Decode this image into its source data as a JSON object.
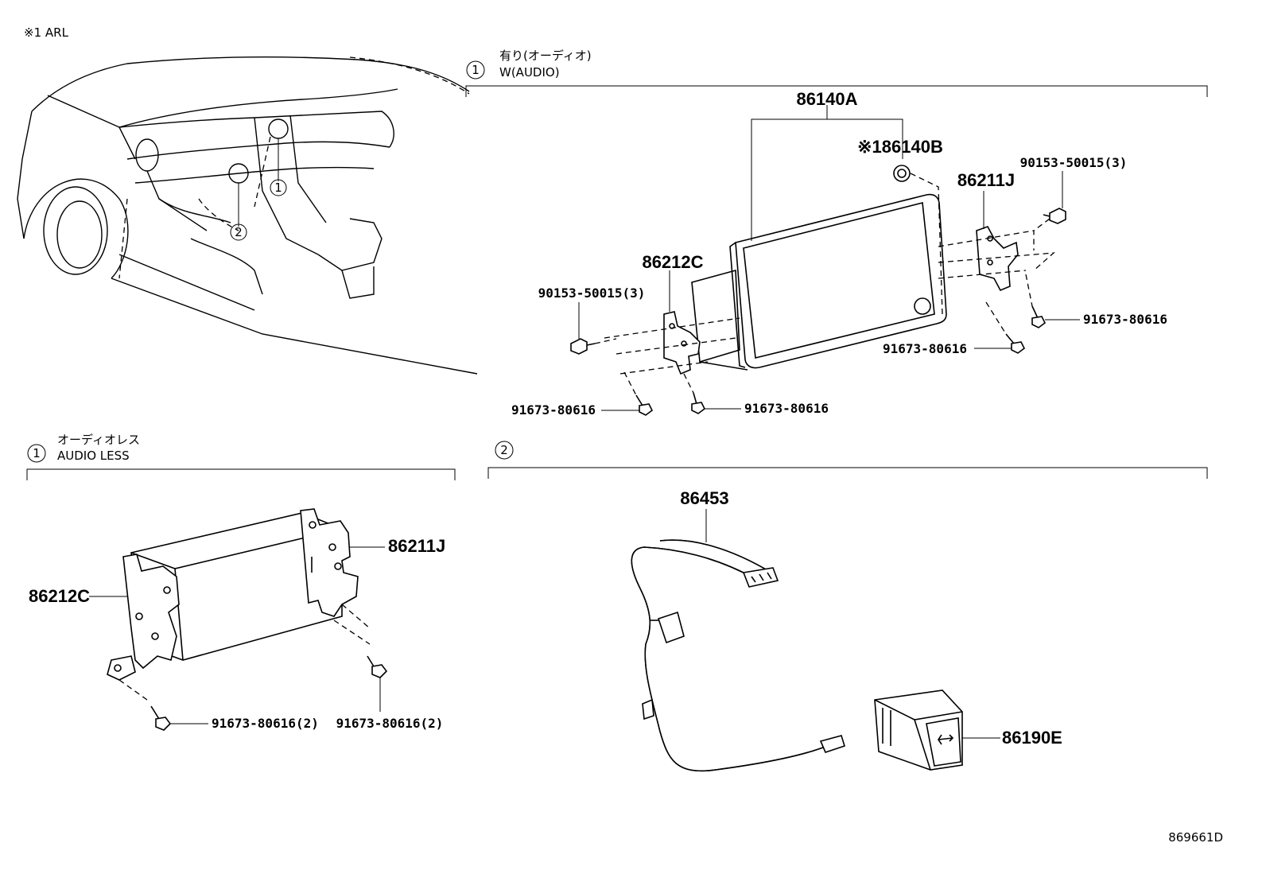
{
  "note": "※1 ARL",
  "drawing_number": "869661D",
  "sections": {
    "with_audio": {
      "marker": "1",
      "title_jp": "有り(オーディオ)",
      "title_en": "W(AUDIO)"
    },
    "audio_less": {
      "marker": "1",
      "title_jp": "オーディオレス",
      "title_en": "AUDIO LESS"
    },
    "usb": {
      "marker": "2"
    }
  },
  "overview": {
    "callout_1": "1",
    "callout_2": "2"
  },
  "parts_with_audio": {
    "display": "86140A",
    "component": "※186140B",
    "bracket_right": "86211J",
    "bracket_left": "86212C",
    "bolt_right_top": "90153-50015(3)",
    "bolt_left_top": "90153-50015(3)",
    "screw_right_1": "91673-80616",
    "screw_right_2": "91673-80616",
    "screw_left_1": "91673-80616",
    "screw_left_2": "91673-80616"
  },
  "parts_audio_less": {
    "bracket_left": "86212C",
    "bracket_right": "86211J",
    "screw_left": "91673-80616(2)",
    "screw_right": "91673-80616(2)"
  },
  "parts_usb": {
    "harness": "86453",
    "usb_socket": "86190E"
  }
}
